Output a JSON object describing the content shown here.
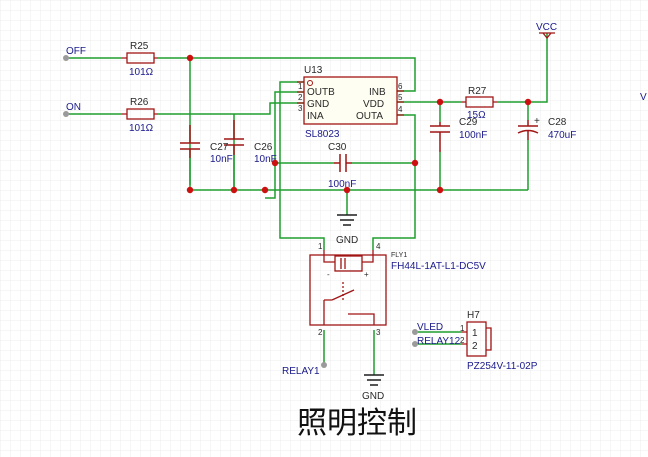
{
  "nets": {
    "off": "OFF",
    "on": "ON",
    "vcc": "VCC",
    "gnd_top": "GND",
    "gnd_bottom": "GND",
    "vled": "VLED",
    "relay12": "RELAY12",
    "relay1": "RELAY1",
    "edge_v": "V"
  },
  "components": {
    "r25": {
      "ref": "R25",
      "value": "101Ω"
    },
    "r26": {
      "ref": "R26",
      "value": "101Ω"
    },
    "r27": {
      "ref": "R27",
      "value": "15Ω"
    },
    "c26": {
      "ref": "C26",
      "value": "10nF"
    },
    "c27": {
      "ref": "C27",
      "value": "10nF"
    },
    "c28": {
      "ref": "C28",
      "value": "470uF"
    },
    "c29": {
      "ref": "C29",
      "value": "100nF"
    },
    "c30": {
      "ref": "C30",
      "value": "100nF"
    },
    "u13": {
      "ref": "U13",
      "part": "SL8023",
      "left_pins": [
        {
          "num": "1",
          "name": "OUTB"
        },
        {
          "num": "2",
          "name": "GND"
        },
        {
          "num": "3",
          "name": "INA"
        }
      ],
      "right_pins": [
        {
          "num": "6",
          "name": "INB"
        },
        {
          "num": "5",
          "name": "VDD"
        },
        {
          "num": "4",
          "name": "OUTA"
        }
      ]
    },
    "fly1": {
      "ref": "FLY1",
      "part": "FH44L-1AT-L1-DC5V",
      "pin1": "1",
      "pin2": "2",
      "pin3": "3",
      "pin4": "4",
      "coil_minus": "-",
      "coil_plus": "+"
    },
    "h7": {
      "ref": "H7",
      "part": "PZ254V-11-02P",
      "pin1": "1",
      "pin2": "2"
    }
  },
  "title": "照明控制",
  "colors": {
    "wire": "#1f9e2e",
    "part": "#a11515",
    "junction": "#cc1010",
    "label": "#1a1a8c",
    "grid": "#e6e6e6"
  }
}
